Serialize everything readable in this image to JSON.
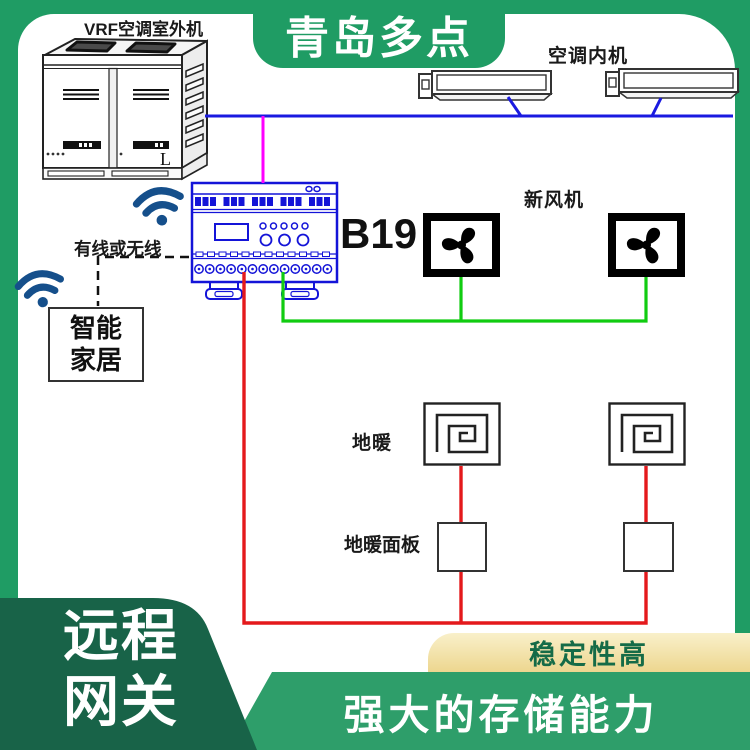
{
  "title": "青岛多点",
  "labels": {
    "vrf_outdoor": "VRF空调室外机",
    "indoor_units": "空调内机",
    "fresh_air": "新风机",
    "floor_heating": "地暖",
    "floor_heating_panel": "地暖面板",
    "controller_model": "B19",
    "connection_type": "有线或无线",
    "vrf_corner_mark": "L"
  },
  "smart_home": {
    "line1": "智能",
    "line2": "家居"
  },
  "footer": {
    "gateway_line1": "远程",
    "gateway_line2": "网关",
    "stability_badge": "稳定性高",
    "storage_banner": "强大的存储能力"
  },
  "colors": {
    "frame_green": "#1F9C64",
    "footer_bar_green": "#2E9E6A",
    "gateway_blob_green": "#186348",
    "badge_yellow": "#F3DF9E",
    "badge_text_green": "#156B47",
    "wire_red": "#E4191C",
    "wire_green": "#11CC11",
    "pipe_blue": "#1A1AE0",
    "wire_magenta": "#FF00FF",
    "device_blue": "#1414D8",
    "wifi_blue": "#154F8B"
  }
}
